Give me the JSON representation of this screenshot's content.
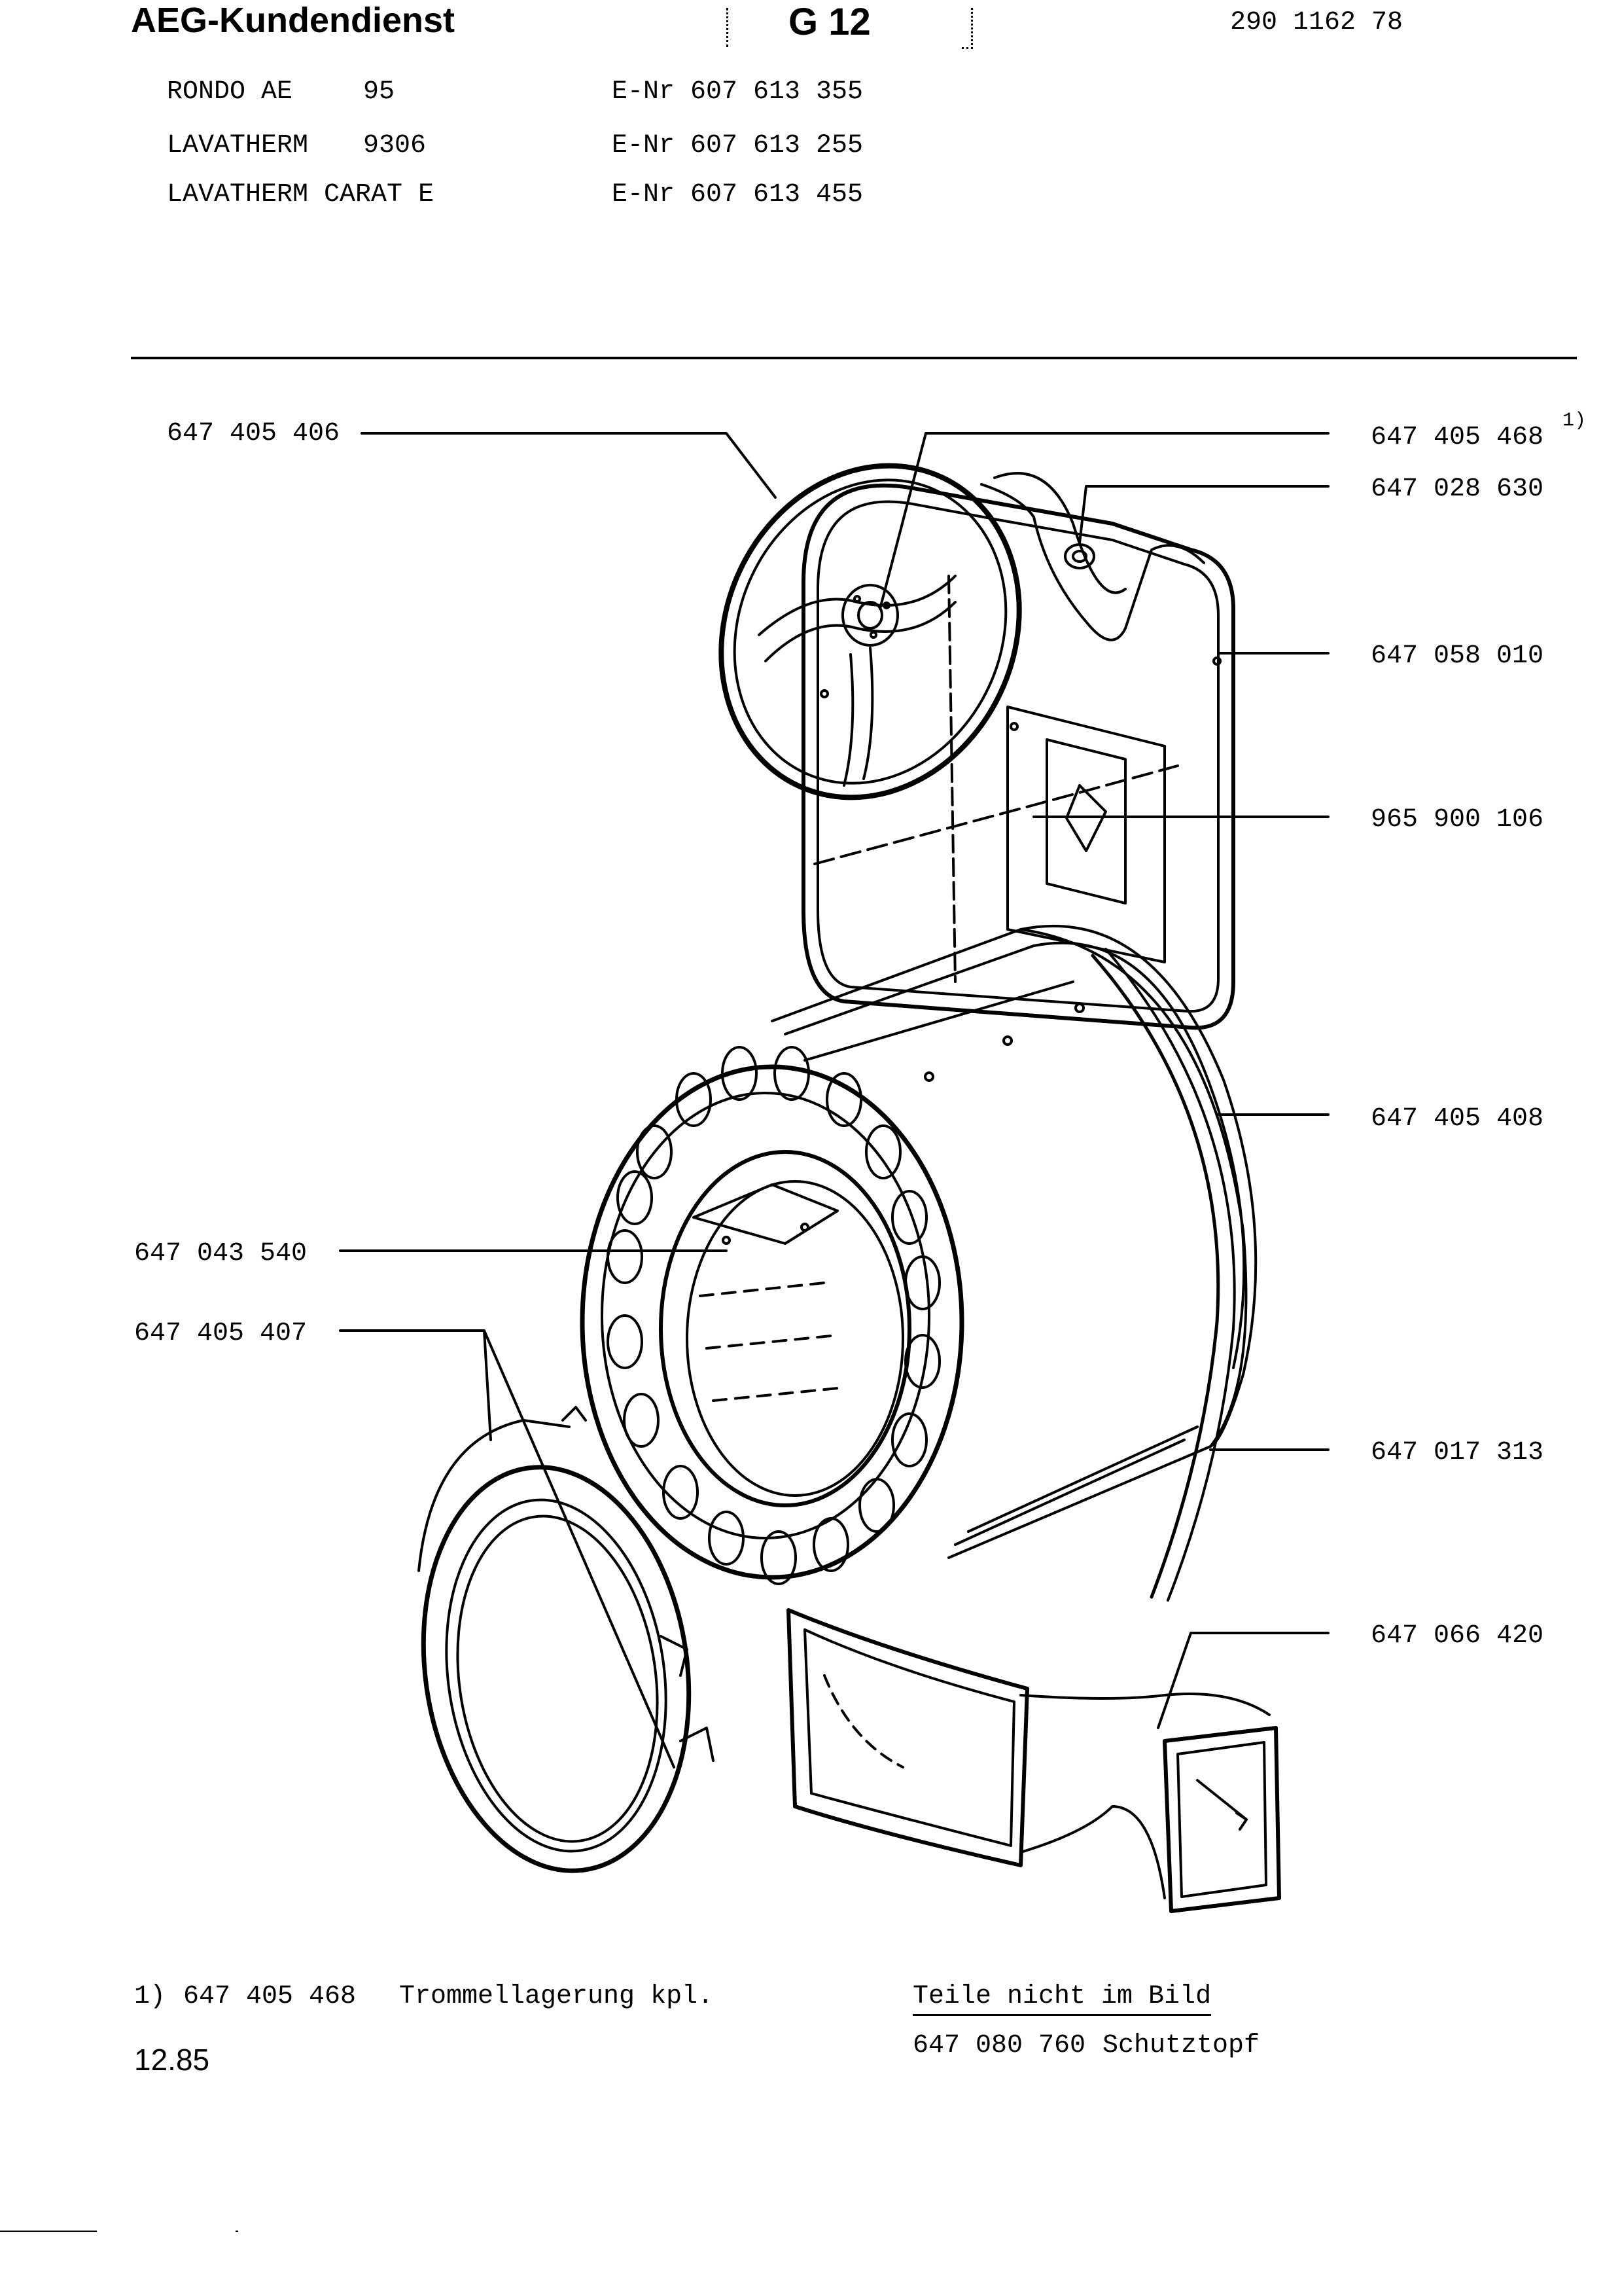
{
  "header": {
    "brand": "AEG-Kundendienst",
    "sheet_code": "G 12",
    "document_number": "290 1162 78"
  },
  "models": [
    {
      "name": "RONDO AE",
      "variant": "95",
      "enr": "E-Nr 607 613 355"
    },
    {
      "name": "LAVATHERM",
      "variant": "9306",
      "enr": "E-Nr 607 613 255"
    },
    {
      "name": "LAVATHERM CARAT E",
      "variant": "",
      "enr": "E-Nr 607 613 455"
    }
  ],
  "parts": {
    "belt_wheel": "647 405 406",
    "bearing_complete": "647 405 468",
    "bearing_mark": "1)",
    "washer": "647 028 630",
    "rear_wall_seal": "647 058 010",
    "rear_wall": "965 900 106",
    "drum": "647 405 408",
    "drum_lifter": "647 043 540",
    "front_ring": "647 405 407",
    "felt_strip": "647 017 313",
    "air_duct": "647 066 420"
  },
  "footnote": {
    "mark": "1)",
    "part": "647 405 468",
    "text": "Trommellagerung kpl."
  },
  "not_shown": {
    "heading": "Teile nicht im Bild",
    "items": [
      {
        "part": "647 080 760",
        "text": "Schutztopf"
      }
    ]
  },
  "date": "12.85"
}
